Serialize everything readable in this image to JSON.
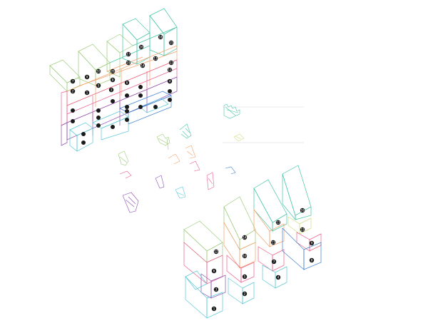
{
  "colors": {
    "green": "#9ccb7a",
    "teal": "#45c6a8",
    "orange": "#f2a068",
    "pink": "#ee5e8a",
    "purple": "#8a4fb2",
    "blue": "#3c7fd0",
    "cyan": "#59c7d6",
    "lime": "#d2dd86",
    "badge": "#1a1a1a"
  },
  "top_cluster": {
    "labels": [
      "18",
      "16",
      "15",
      "17",
      "13",
      "19",
      "14",
      "11",
      "12",
      "20",
      "10",
      "9",
      "8",
      "7",
      "6",
      "5",
      "4",
      "3",
      "2",
      "1"
    ]
  },
  "bottom_cluster": {
    "labels": [
      "16",
      "13",
      "15",
      "14",
      "11",
      "12",
      "10",
      "9",
      "8",
      "7",
      "6",
      "5",
      "4",
      "3",
      "2",
      "1"
    ]
  }
}
